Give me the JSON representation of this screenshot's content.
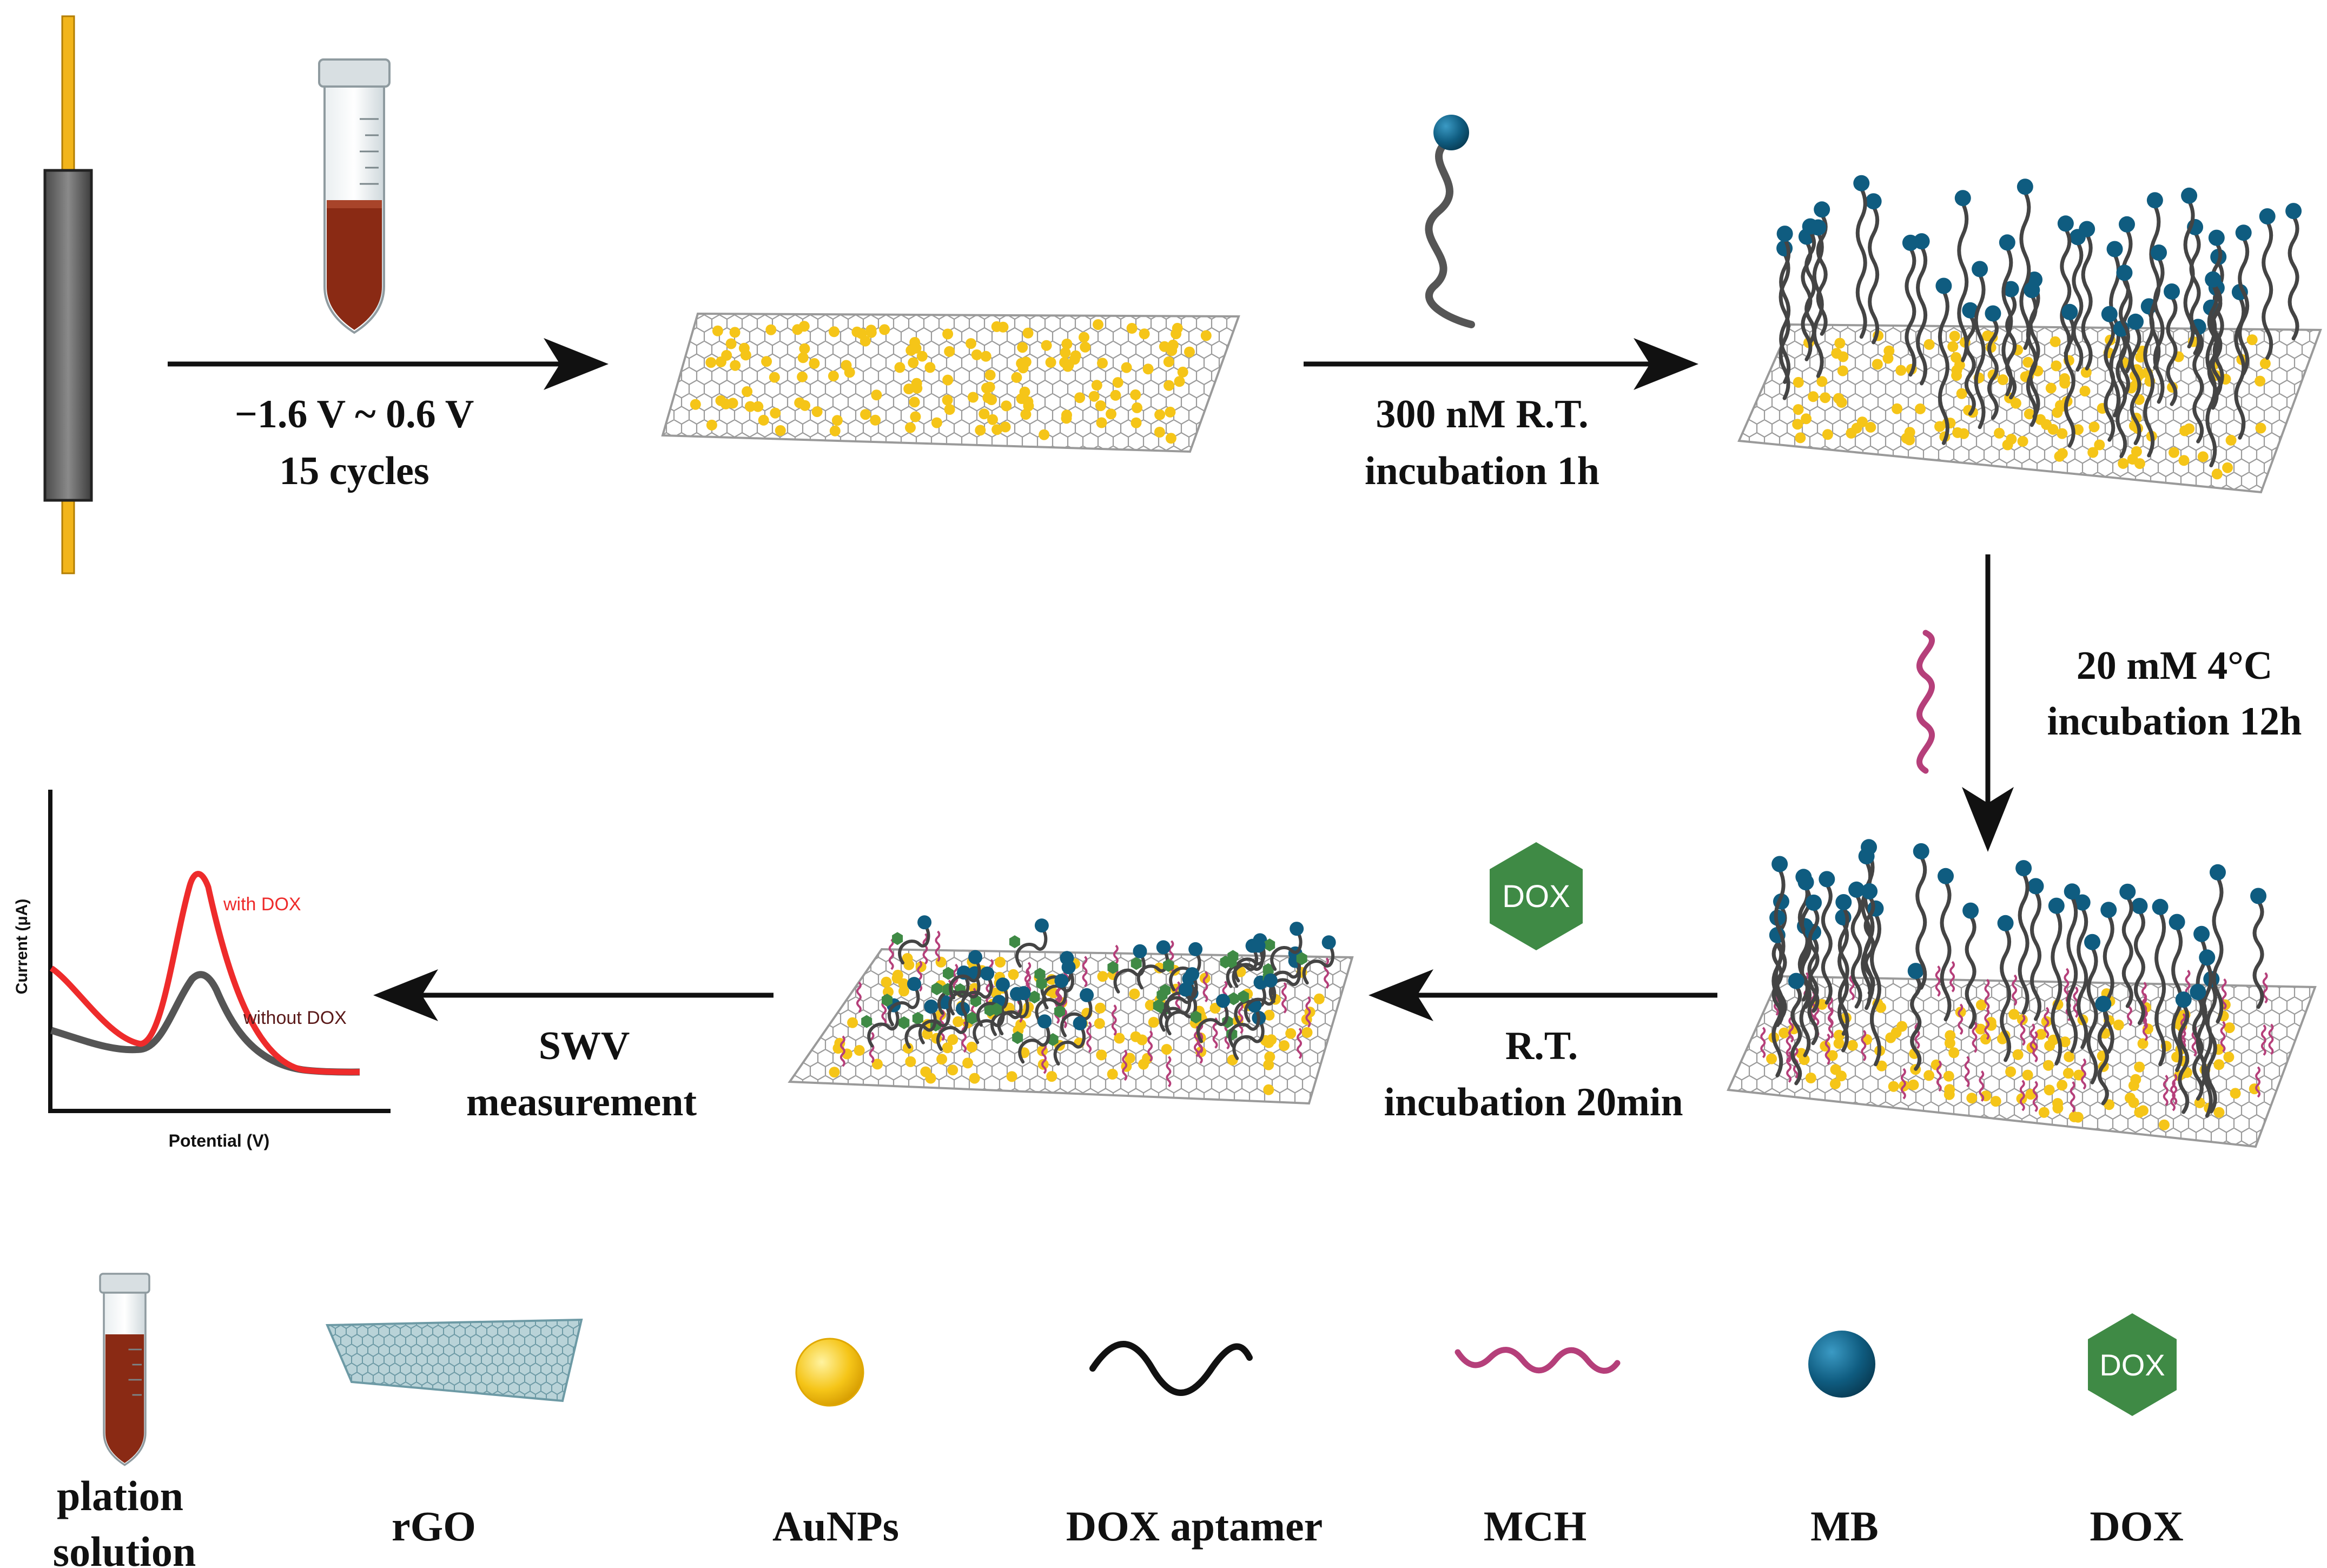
{
  "steps": {
    "step1_line1": "−1.6 V ~ 0.6 V",
    "step1_line2": "15 cycles",
    "step2_line1": "300 nM R.T.",
    "step2_line2": "incubation 1h",
    "step3_line1": "20 mM 4°C",
    "step3_line2": "incubation 12h",
    "step4_line1": "R.T.",
    "step4_line2": "incubation 20min",
    "step5_line1": "SWV",
    "step5_line2": "measurement"
  },
  "dox_badge": "DOX",
  "swv_chart": {
    "xlabel": "Potential (V)",
    "ylabel": "Current (μA)",
    "series_with": "with DOX",
    "series_without": "without DOX"
  },
  "colors": {
    "aunp": "#f5c518",
    "mb": "#0f5c80",
    "mch": "#b53f7a",
    "aptamer": "#444444",
    "dox": "#3f8a45",
    "with_dox": "#ee2b2b",
    "without_dox": "#555555",
    "rgo": "#b9d3d8",
    "solution": "#8a2a14"
  },
  "legend": [
    {
      "icon": "tube-icon",
      "line1": "plation",
      "line2": "solution"
    },
    {
      "icon": "rgo-sheet-icon",
      "line1": "rGO"
    },
    {
      "icon": "aunp-icon",
      "line1": "AuNPs"
    },
    {
      "icon": "aptamer-icon",
      "line1": "DOX aptamer"
    },
    {
      "icon": "mch-icon",
      "line1": "MCH"
    },
    {
      "icon": "mb-icon",
      "line1": "MB"
    },
    {
      "icon": "dox-icon",
      "line1": "DOX"
    }
  ]
}
